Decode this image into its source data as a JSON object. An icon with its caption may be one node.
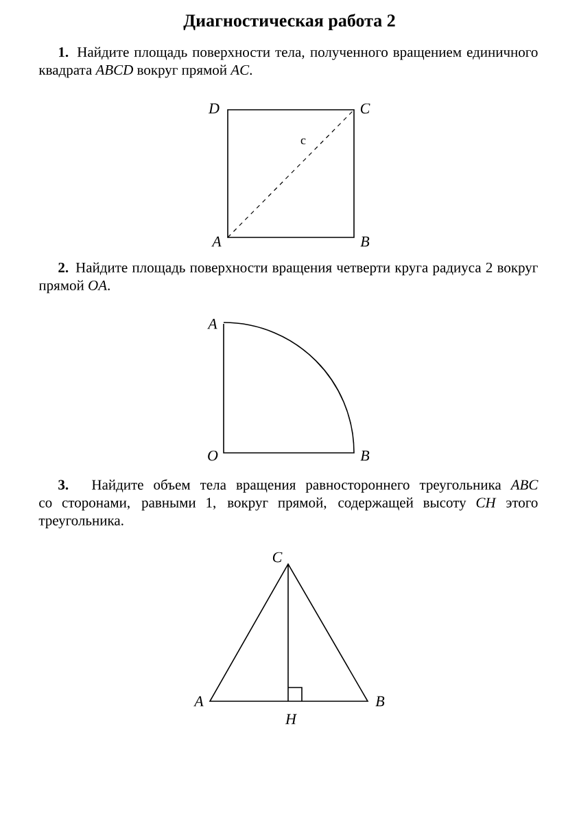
{
  "diagram": {
    "title": "Диагностическая работа 2",
    "labels": [
      "**1.** Найдите площадь поверхности тела, полученного вращением единичного квадрата *ABCD* вокруг прямой *AC*.",
      "D",
      "C",
      "c",
      "A",
      "B",
      "**2.** Найдите площадь поверхности вращения четверти круга радиуса 2 вокруг прямой *OA*.",
      "A",
      "O",
      "B",
      "**3.** Найдите объем тела вращения равностороннего треугольника *ABC* со сторонами, равными 1, вокруг прямой, содержащей высоту *CH* этого треугольника.",
      "C",
      "A",
      "H",
      "B"
    ]
  }
}
